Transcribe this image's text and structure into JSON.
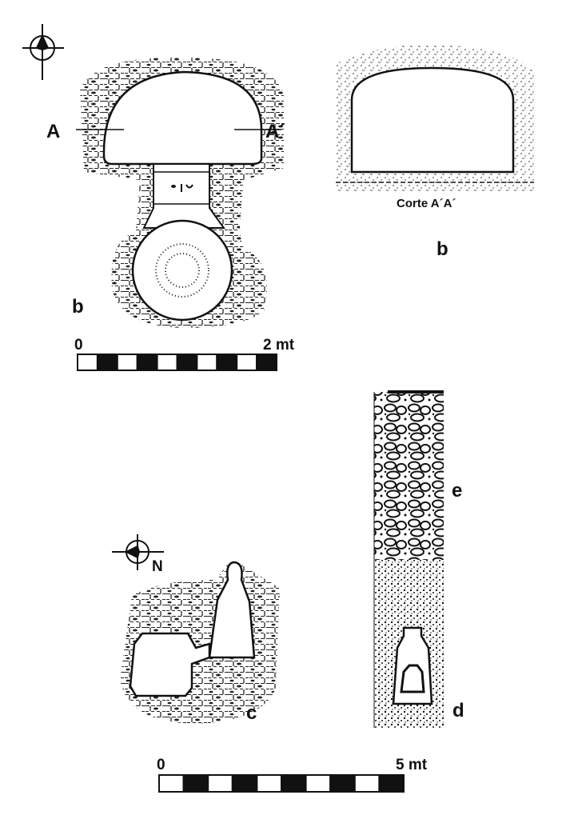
{
  "plan_b": {
    "left_marker": "A",
    "right_marker": "A´",
    "label": "b"
  },
  "section_b": {
    "caption": "Corte A´A´",
    "label": "b"
  },
  "scale_top": {
    "start": "0",
    "end": "2 mt",
    "segments": 10
  },
  "scale_bottom": {
    "start": "0",
    "end": "5 mt",
    "segments": 10
  },
  "north_label": "N",
  "plan_c": {
    "label": "c"
  },
  "profile": {
    "upper_label": "e",
    "lower_label": "d"
  },
  "colors": {
    "ink": "#111111",
    "paper": "#ffffff"
  }
}
